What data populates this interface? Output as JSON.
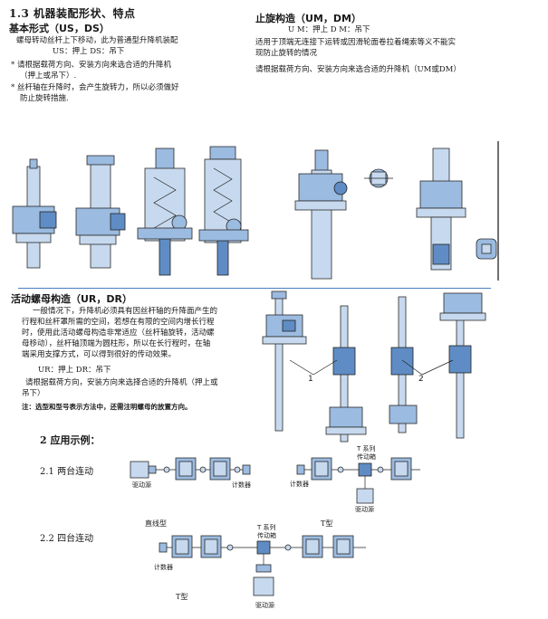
{
  "s13": {
    "heading": "1.3  机器装配形状、特点",
    "basic_title": "基本形式（US，DS）",
    "basic_line1": "螺母转动丝杆上下移动，此为普通型升降机装配",
    "basic_line2": "US：押上      DS：吊下",
    "basic_note1a": "* 请根据载荷方向、安装方向来选合适的升降机",
    "basic_note1b": "（押上或吊下）.",
    "basic_note2a": "* 丝杆轴在升降时，会产生旋转力，所以必须做好",
    "basic_note2b": "防止旋转措施."
  },
  "anti": {
    "title": "止旋构造（UM，DM）",
    "line1": "U M：押上      D M：吊下",
    "line2": "适用于顶端无连接下运转或因滑轮面卷拉着绳索等义不能实",
    "line3": "现防止旋转的情况",
    "line4": "请根据载荷方向、安装方向来选合适的升降机（UM或DM）"
  },
  "moving": {
    "title": "活动螺母构造（UR，DR）",
    "p1": "一般情况下，升降机必须具有因丝杆轴的升降面产生的",
    "p2": "行程和丝杆罩所需的空间，若想在有限的空间内增长行程",
    "p3": "时，使用此活动螺母构造非常适应（丝杆轴旋转，活动螺",
    "p4": "母移动），丝杆轴顶端为圆柱形，所以在长行程时，在轴",
    "p5": "端采用支撑方式，可以得到很好的传动效果。",
    "p6": "UR：押上      DR：吊下",
    "p7": "请根据载荷方向，安装方向来选择合适的升降机（押上或",
    "p8": "吊下）",
    "note": "注：选型和型号表示方法中，还需注明螺母的放置方向。",
    "callout1": "1",
    "callout2": "2"
  },
  "s2": {
    "heading": "2  应用示例：",
    "sub1": "2.1  两台连动",
    "sub2": "2.2  四台连动",
    "drive": "驱动源",
    "counter": "计数器",
    "counter2": "计数器",
    "drive_b": "驱动源",
    "tbox_a": "T 系列",
    "tbox_b": "传动箱",
    "straight": "直线型",
    "ttype": "T型",
    "tbox2_a": "T 系列",
    "tbox2_b": "传动箱",
    "counter3": "计数器",
    "drive3": "驱动源",
    "ttype2": "T型"
  }
}
